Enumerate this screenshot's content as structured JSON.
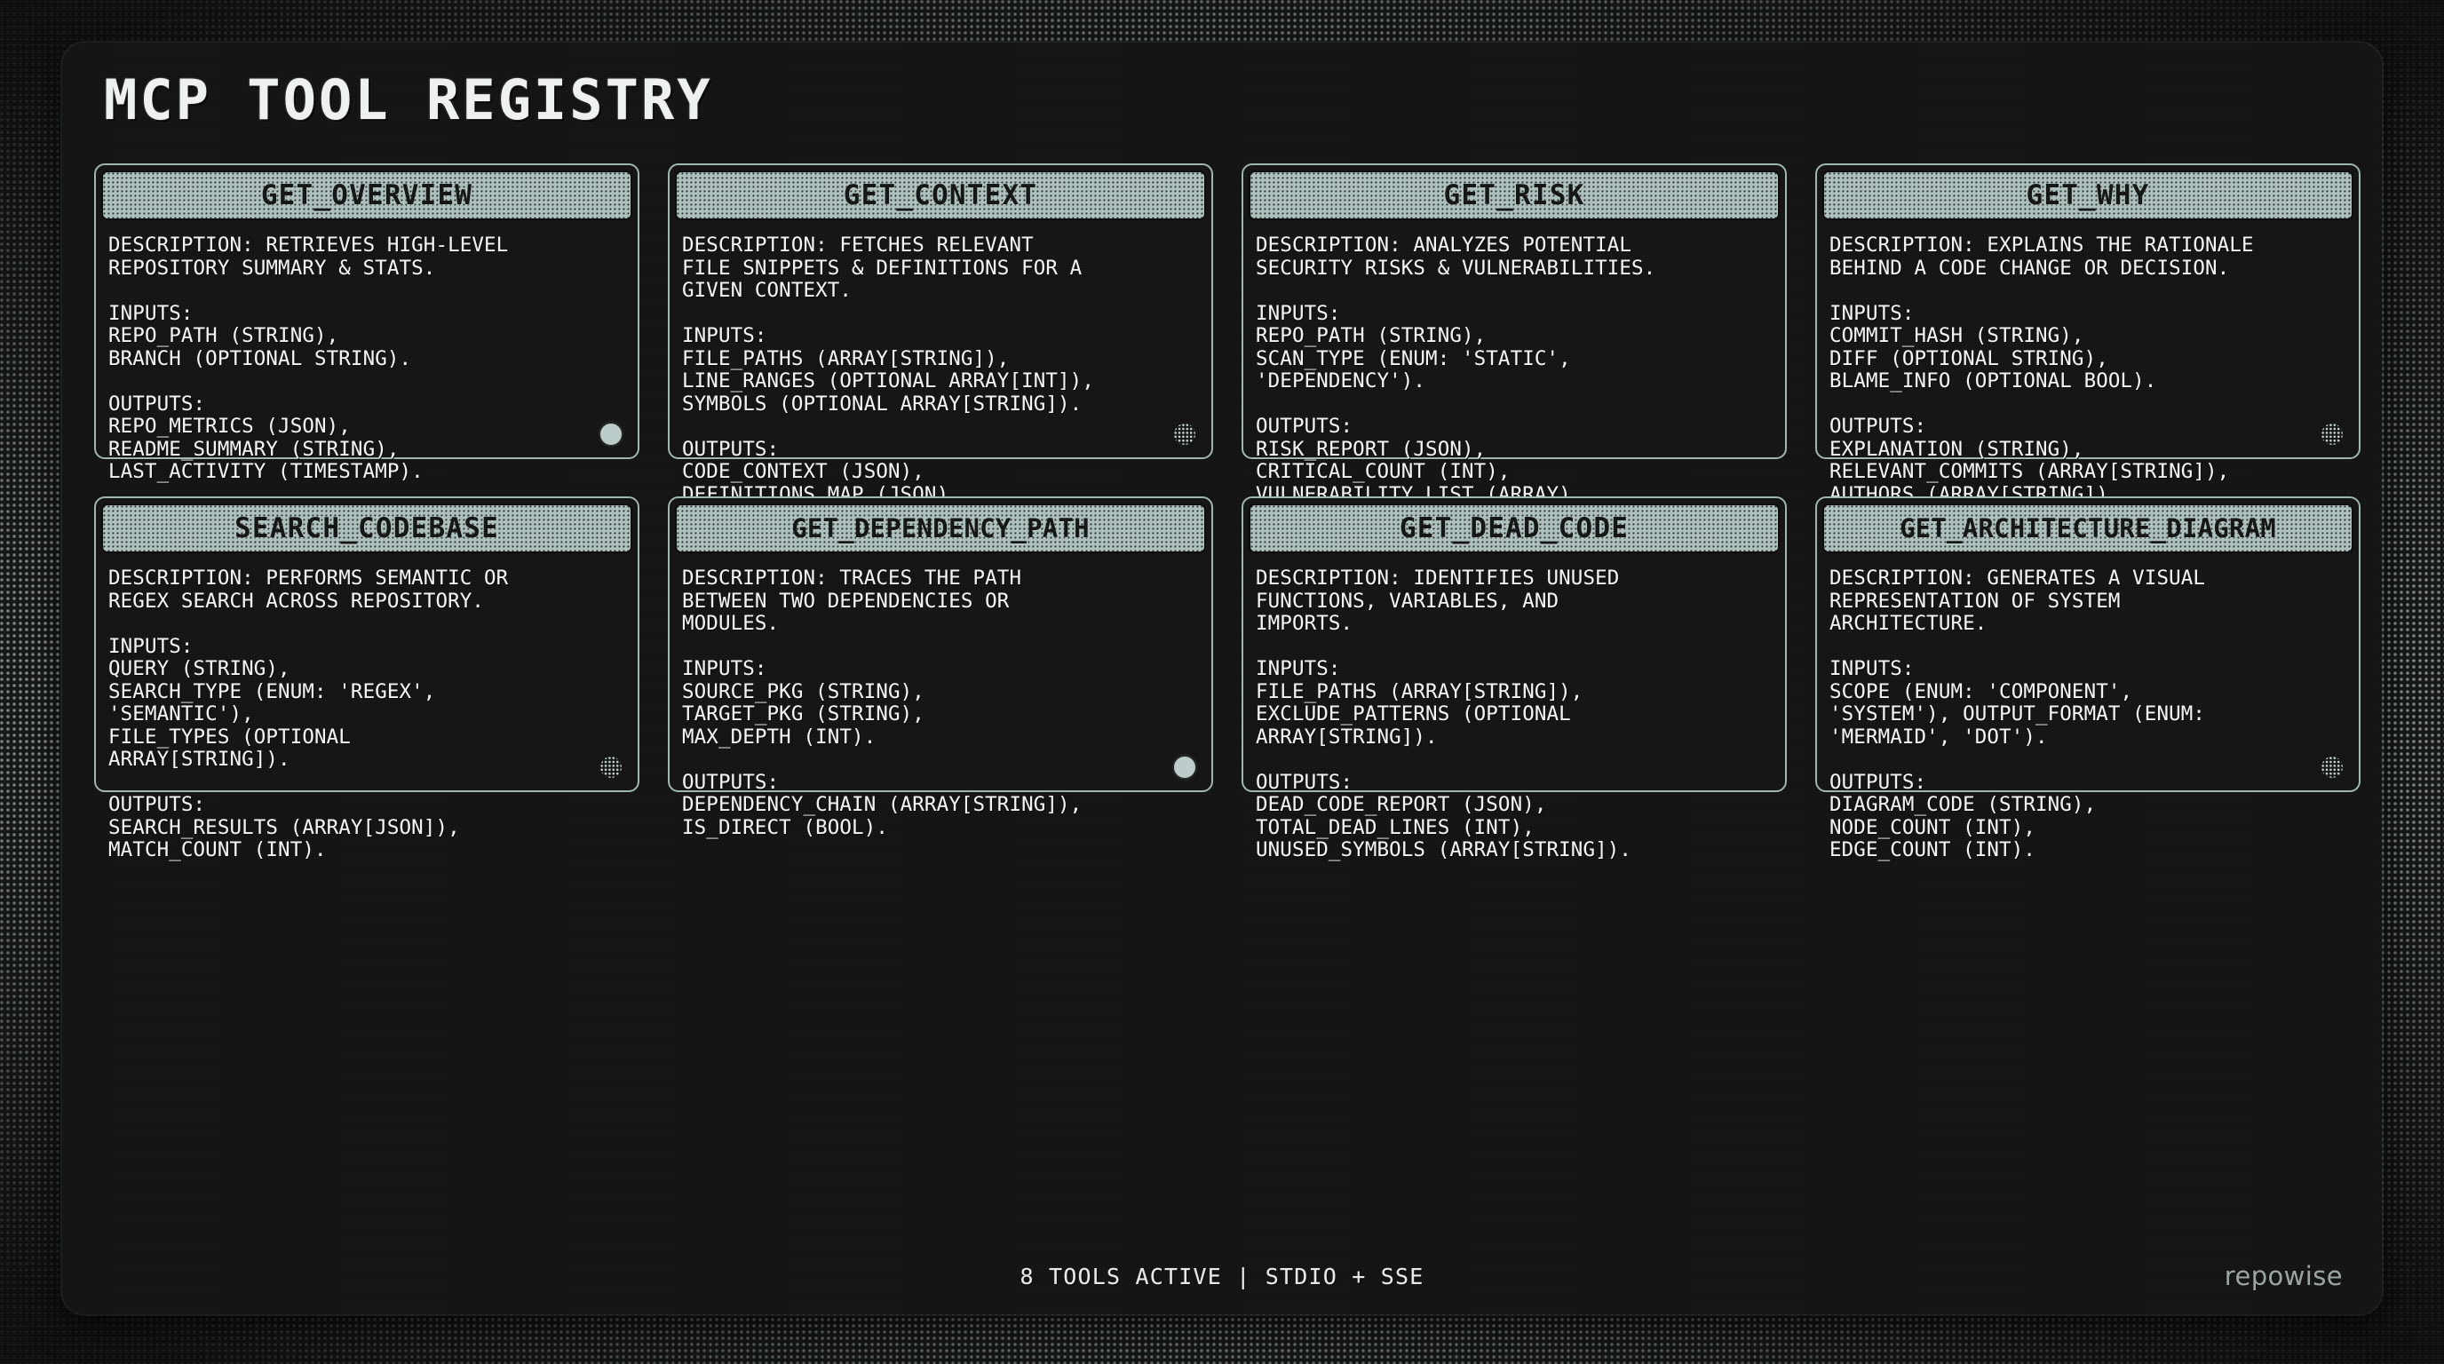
{
  "title": "MCP TOOL REGISTRY",
  "footer": {
    "status": "8 TOOLS ACTIVE | STDIO + SSE",
    "brand": "repowise"
  },
  "colors": {
    "accent_sage": "#aec0bd",
    "panel_black": "#131313",
    "frame_dark": "#1b1d1d",
    "text_light": "#f2f4f2",
    "header_text": "#141616",
    "brand_gray": "#9aa5a3"
  },
  "tools": [
    {
      "name": "GET_OVERVIEW",
      "description": "DESCRIPTION: RETRIEVES HIGH-LEVEL\nREPOSITORY SUMMARY & STATS.",
      "inputs": "INPUTS:\nREPO_PATH (STRING),\nBRANCH (OPTIONAL STRING).",
      "outputs": "OUTPUTS:\nREPO_METRICS (JSON),\nREADME_SUMMARY (STRING),\nLAST_ACTIVITY (TIMESTAMP).",
      "marker": "solid"
    },
    {
      "name": "GET_CONTEXT",
      "description": "DESCRIPTION: FETCHES RELEVANT\nFILE SNIPPETS & DEFINITIONS FOR A\nGIVEN CONTEXT.",
      "inputs": "INPUTS:\nFILE_PATHS (ARRAY[STRING]),\nLINE_RANGES (OPTIONAL ARRAY[INT]),\nSYMBOLS (OPTIONAL ARRAY[STRING]).",
      "outputs": "OUTPUTS:\nCODE_CONTEXT (JSON),\nDEFINITIONS_MAP (JSON).",
      "marker": "dotted"
    },
    {
      "name": "GET_RISK",
      "description": "DESCRIPTION: ANALYZES POTENTIAL\nSECURITY RISKS & VULNERABILITIES.",
      "inputs": "INPUTS:\nREPO_PATH (STRING),\nSCAN_TYPE (ENUM: 'STATIC',\n'DEPENDENCY').",
      "outputs": "OUTPUTS:\nRISK_REPORT (JSON),\nCRITICAL_COUNT (INT),\nVULNERABILITY_LIST (ARRAY).",
      "marker": "none"
    },
    {
      "name": "GET_WHY",
      "description": "DESCRIPTION: EXPLAINS THE RATIONALE\nBEHIND A CODE CHANGE OR DECISION.",
      "inputs": "INPUTS:\nCOMMIT_HASH (STRING),\nDIFF (OPTIONAL STRING),\nBLAME_INFO (OPTIONAL BOOL).",
      "outputs": "OUTPUTS:\nEXPLANATION (STRING),\nRELEVANT_COMMITS (ARRAY[STRING]),\nAUTHORS (ARRAY[STRING]).",
      "marker": "dotted"
    },
    {
      "name": "SEARCH_CODEBASE",
      "description": "DESCRIPTION: PERFORMS SEMANTIC OR\nREGEX SEARCH ACROSS REPOSITORY.",
      "inputs": "INPUTS:\nQUERY (STRING),\nSEARCH_TYPE (ENUM: 'REGEX',\n'SEMANTIC'),\nFILE_TYPES (OPTIONAL\nARRAY[STRING]).",
      "outputs": "OUTPUTS:\nSEARCH_RESULTS (ARRAY[JSON]),\nMATCH_COUNT (INT).",
      "marker": "dotted"
    },
    {
      "name": "GET_DEPENDENCY_PATH",
      "description": "DESCRIPTION: TRACES THE PATH\nBETWEEN TWO DEPENDENCIES OR\nMODULES.",
      "inputs": "INPUTS:\nSOURCE_PKG (STRING),\nTARGET_PKG (STRING),\nMAX_DEPTH (INT).",
      "outputs": "OUTPUTS:\nDEPENDENCY_CHAIN (ARRAY[STRING]),\nIS_DIRECT (BOOL).",
      "marker": "solid"
    },
    {
      "name": "GET_DEAD_CODE",
      "description": "DESCRIPTION: IDENTIFIES UNUSED\nFUNCTIONS, VARIABLES, AND\nIMPORTS.",
      "inputs": "INPUTS:\nFILE_PATHS (ARRAY[STRING]),\nEXCLUDE_PATTERNS (OPTIONAL\nARRAY[STRING]).",
      "outputs": "OUTPUTS:\nDEAD_CODE_REPORT (JSON),\nTOTAL_DEAD_LINES (INT),\nUNUSED_SYMBOLS (ARRAY[STRING]).",
      "marker": "none"
    },
    {
      "name": "GET_ARCHITECTURE_DIAGRAM",
      "description": "DESCRIPTION: GENERATES A VISUAL\nREPRESENTATION OF SYSTEM\nARCHITECTURE.",
      "inputs": "INPUTS:\nSCOPE (ENUM: 'COMPONENT',\n'SYSTEM'), OUTPUT_FORMAT (ENUM:\n'MERMAID', 'DOT').",
      "outputs": "OUTPUTS:\nDIAGRAM_CODE (STRING),\nNODE_COUNT (INT),\nEDGE_COUNT (INT).",
      "marker": "dotted"
    }
  ]
}
